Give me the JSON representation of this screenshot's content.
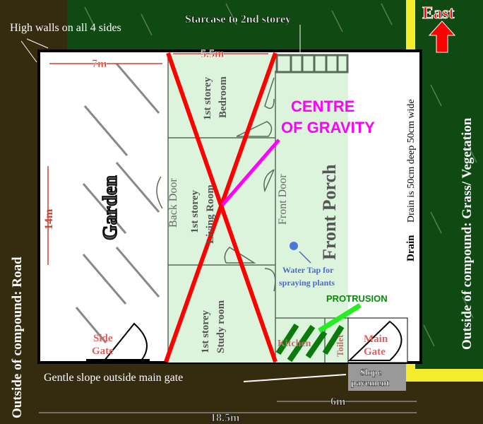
{
  "labels": {
    "high_walls": "High walls on all 4 sides",
    "staircase": "Starcase to 2nd storey",
    "east": "East",
    "drain_desc": "Drain is 50cm deep 50cm wide",
    "drain": "Drain",
    "outside_right": "Outside of compound: Grass/ Vegetation",
    "outside_left": "Outside of compound: Road",
    "garden": "Garden",
    "side_gate_1": "Side",
    "side_gate_2": "Gate",
    "back_door": "Back Door",
    "front_door": "Front Door",
    "front_porch": "Front Porch",
    "bedroom_1": "1st storey",
    "bedroom_2": "Bedroom",
    "living_1": "1st storey",
    "living_2": "Living Room",
    "study_1": "1st storey",
    "study_2": "Study room",
    "cog_1": "CENTRE",
    "cog_2": "OF GRAVITY",
    "tap_1": "Water Tap for",
    "tap_2": "spraying  plants",
    "protrusion": "PROTRUSION",
    "kitchen": "Kitchen",
    "toilet": "Toilet",
    "main_gate_1": "Main",
    "main_gate_2": "Gate",
    "slope_outside": "Gentle slope outside main gate",
    "slope_pave_1": "Slope",
    "slope_pave_2": "pavement"
  },
  "dimensions": {
    "garden_width": "7m",
    "house_width": "5.5m",
    "depth": "14m",
    "total_width": "18.5m",
    "gate_section": "6m"
  },
  "colors": {
    "ground": "#352b0f",
    "grass": "#0f4a12",
    "drain": "#f4ec2c",
    "house": "#dcf4dc",
    "cross": "#ff0000",
    "cog": "#ff00ff"
  }
}
